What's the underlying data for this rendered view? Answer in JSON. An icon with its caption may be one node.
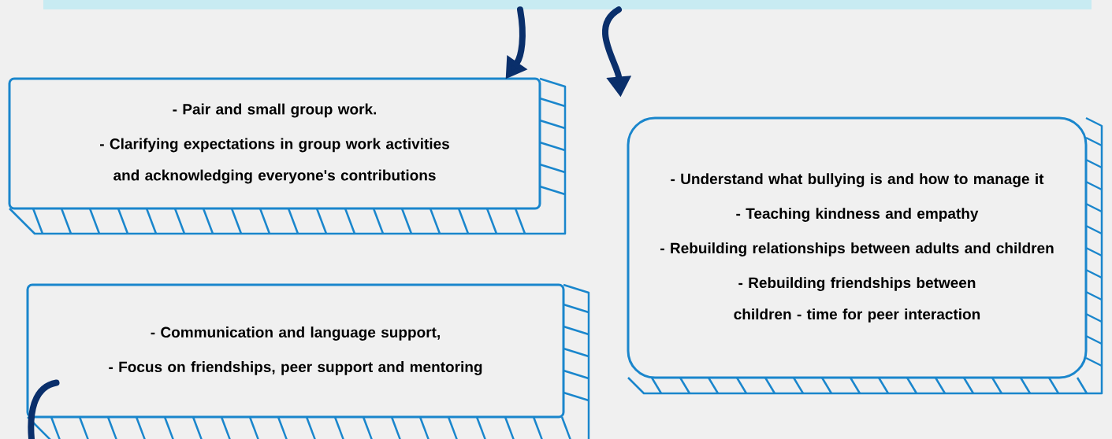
{
  "diagram": {
    "nodes": [
      {
        "text": [],
        "shape": "bar"
      },
      {
        "text": [
          "- Pair and small group work.",
          "- Clarifying expectations in group work activities and acknowledging everyone's contributions"
        ]
      },
      {
        "text": [
          "- Understand what bullying is and how to manage it",
          "- Teaching kindness and empathy",
          "- Rebuilding relationships between adults and children",
          "- Rebuilding friendships between children - time for peer interaction"
        ]
      },
      {
        "text": [
          "- Communication and language support,",
          "- Focus on friendships, peer support and mentoring"
        ]
      }
    ],
    "edges": [
      {
        "from": 0,
        "to": 1,
        "arrow": "to"
      },
      {
        "from": 0,
        "to": 2,
        "arrow": "to"
      },
      {
        "from": 3,
        "to": null,
        "arrow": "none"
      }
    ]
  }
}
